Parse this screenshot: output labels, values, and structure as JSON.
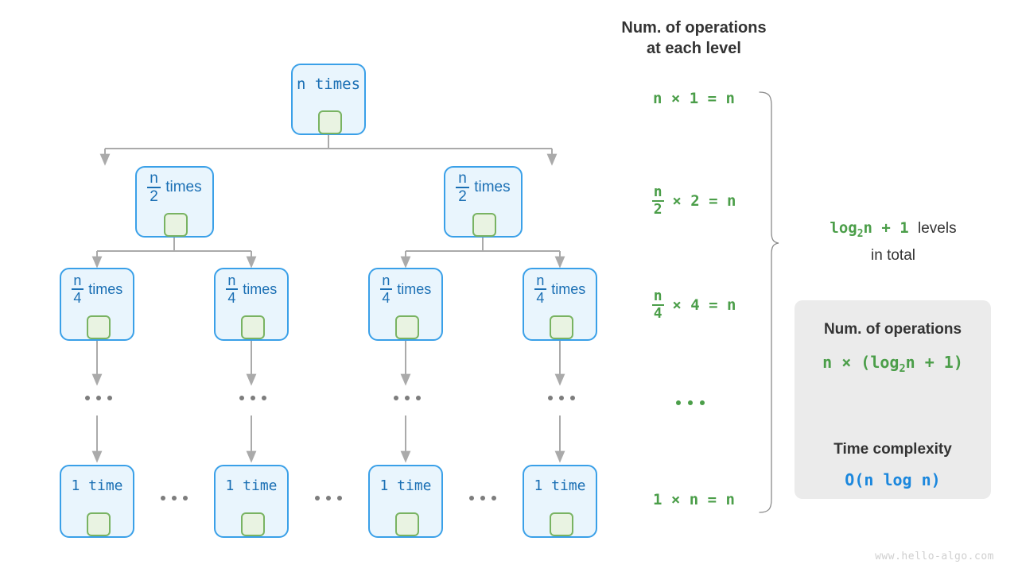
{
  "header": {
    "column_title_line1": "Num. of operations",
    "column_title_line2": "at each level"
  },
  "tree": {
    "levels": [
      {
        "level": 1,
        "node_label_mode": "mono",
        "nodes": [
          {
            "text": "n times"
          }
        ]
      },
      {
        "level": 2,
        "node_label_mode": "fraction",
        "nodes": [
          {
            "numerator": "n",
            "denominator": "2",
            "word": "times"
          },
          {
            "numerator": "n",
            "denominator": "2",
            "word": "times"
          }
        ]
      },
      {
        "level": 3,
        "node_label_mode": "fraction",
        "nodes": [
          {
            "numerator": "n",
            "denominator": "4",
            "word": "times"
          },
          {
            "numerator": "n",
            "denominator": "4",
            "word": "times"
          },
          {
            "numerator": "n",
            "denominator": "4",
            "word": "times"
          },
          {
            "numerator": "n",
            "denominator": "4",
            "word": "times"
          }
        ]
      },
      {
        "level": 4,
        "node_label_mode": "ellipsis",
        "nodes": [
          {
            "text": "..."
          },
          {
            "text": "..."
          },
          {
            "text": "..."
          },
          {
            "text": "..."
          }
        ]
      },
      {
        "level": 5,
        "node_label_mode": "mono",
        "nodes": [
          {
            "text": "1 time"
          },
          {
            "text": "1 time"
          },
          {
            "text": "1 time"
          },
          {
            "text": "1 time"
          }
        ]
      }
    ],
    "row_separators": [
      "...",
      "...",
      "..."
    ]
  },
  "operations": {
    "rows": [
      {
        "kind": "plain",
        "text": "n × 1 = n"
      },
      {
        "kind": "fraction",
        "numerator": "n",
        "denominator": "2",
        "rest": "× 2 = n"
      },
      {
        "kind": "fraction",
        "numerator": "n",
        "denominator": "4",
        "rest": "× 4 = n"
      },
      {
        "kind": "dots",
        "text": "..."
      },
      {
        "kind": "plain",
        "text": "1 × n = n"
      }
    ]
  },
  "levels_note": {
    "formula": "log",
    "formula_sub": "2",
    "formula_tail": "n + 1",
    "text_line1": "levels",
    "text_line2": "in total"
  },
  "summary_card": {
    "title_operations": "Num. of operations",
    "formula_operations_prefix": "n × (log",
    "formula_operations_sub": "2",
    "formula_operations_suffix": "n + 1)",
    "arrow_icon": "arrow-down-icon",
    "title_complexity": "Time complexity",
    "result_complexity": "O(n log n)"
  },
  "watermark": "www.hello-algo.com",
  "colors": {
    "node_fill": "#e9f5fd",
    "node_border": "#3aa0e8",
    "node_text": "#1a6fb4",
    "inner_fill": "#e9f3e2",
    "inner_border": "#79b362",
    "connector": "#aaaaaa",
    "green_text": "#4b9e49",
    "dark_text": "#333333",
    "blue_text": "#1b87dd",
    "card_bg": "#ebebeb",
    "watermark": "#cfcfcf"
  }
}
